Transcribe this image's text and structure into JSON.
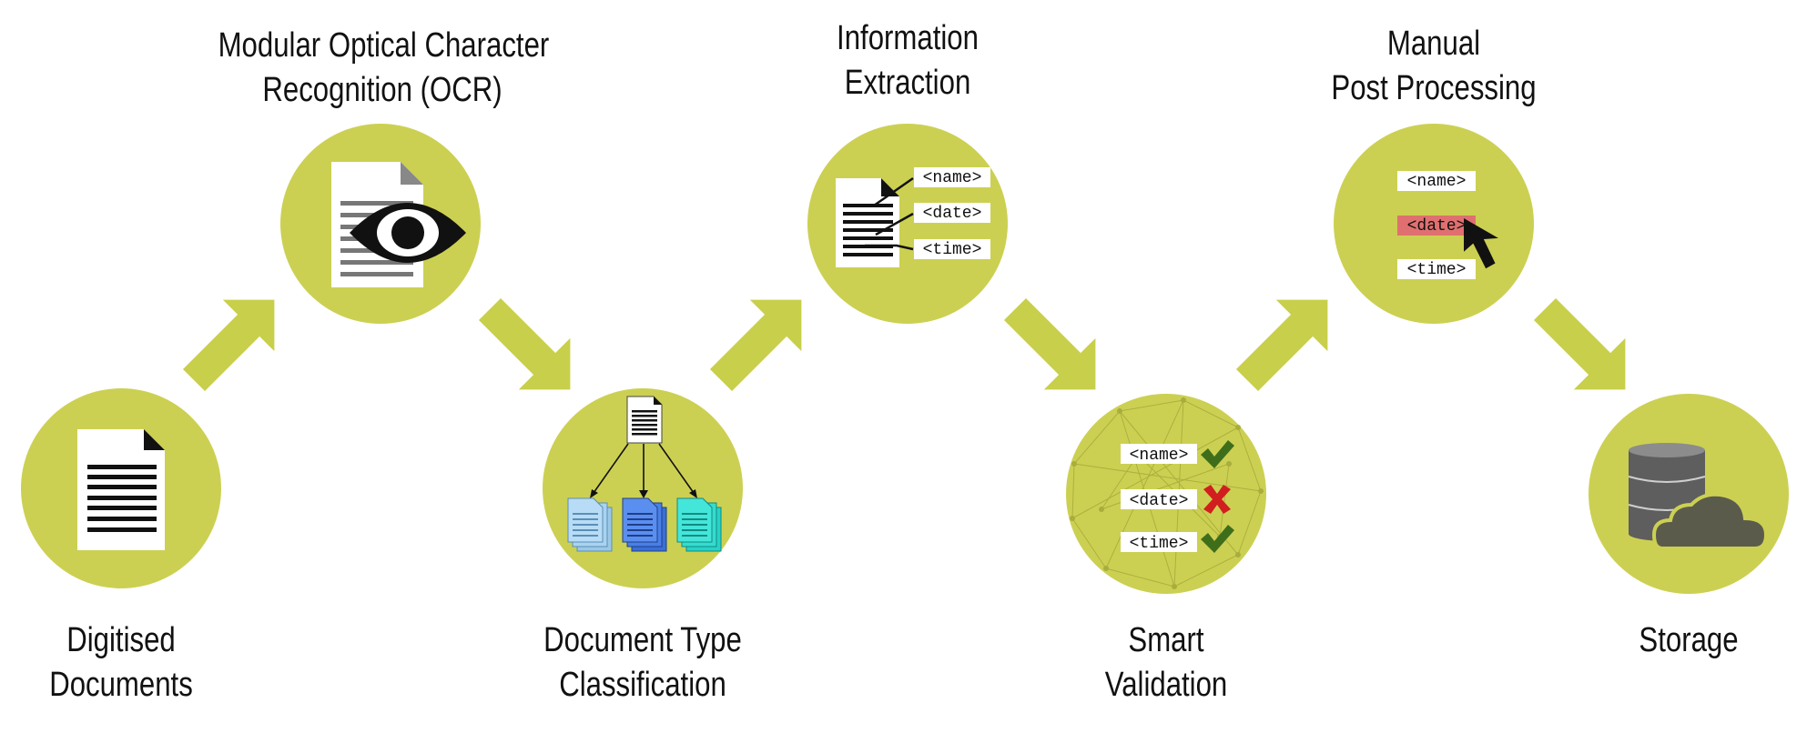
{
  "colors": {
    "circle": "#ccd052",
    "arrow": "#c8cf4a",
    "check": "#3f6e1b",
    "cross": "#d11f1f",
    "highlight": "#e07070"
  },
  "stages": [
    {
      "id": "digitised",
      "lines": [
        "Digitised",
        "Documents"
      ]
    },
    {
      "id": "ocr",
      "lines": [
        "Modular Optical Character",
        "Recognition (OCR)"
      ]
    },
    {
      "id": "classification",
      "lines": [
        "Document Type",
        "Classification"
      ]
    },
    {
      "id": "extraction",
      "lines": [
        "Information",
        "Extraction"
      ]
    },
    {
      "id": "validation",
      "lines": [
        "Smart",
        "Validation"
      ]
    },
    {
      "id": "postprocessing",
      "lines": [
        "Manual",
        "Post Processing"
      ]
    },
    {
      "id": "storage",
      "lines": [
        "Storage"
      ]
    }
  ],
  "tags": {
    "name": "<name>",
    "date": "<date>",
    "time": "<time>"
  }
}
